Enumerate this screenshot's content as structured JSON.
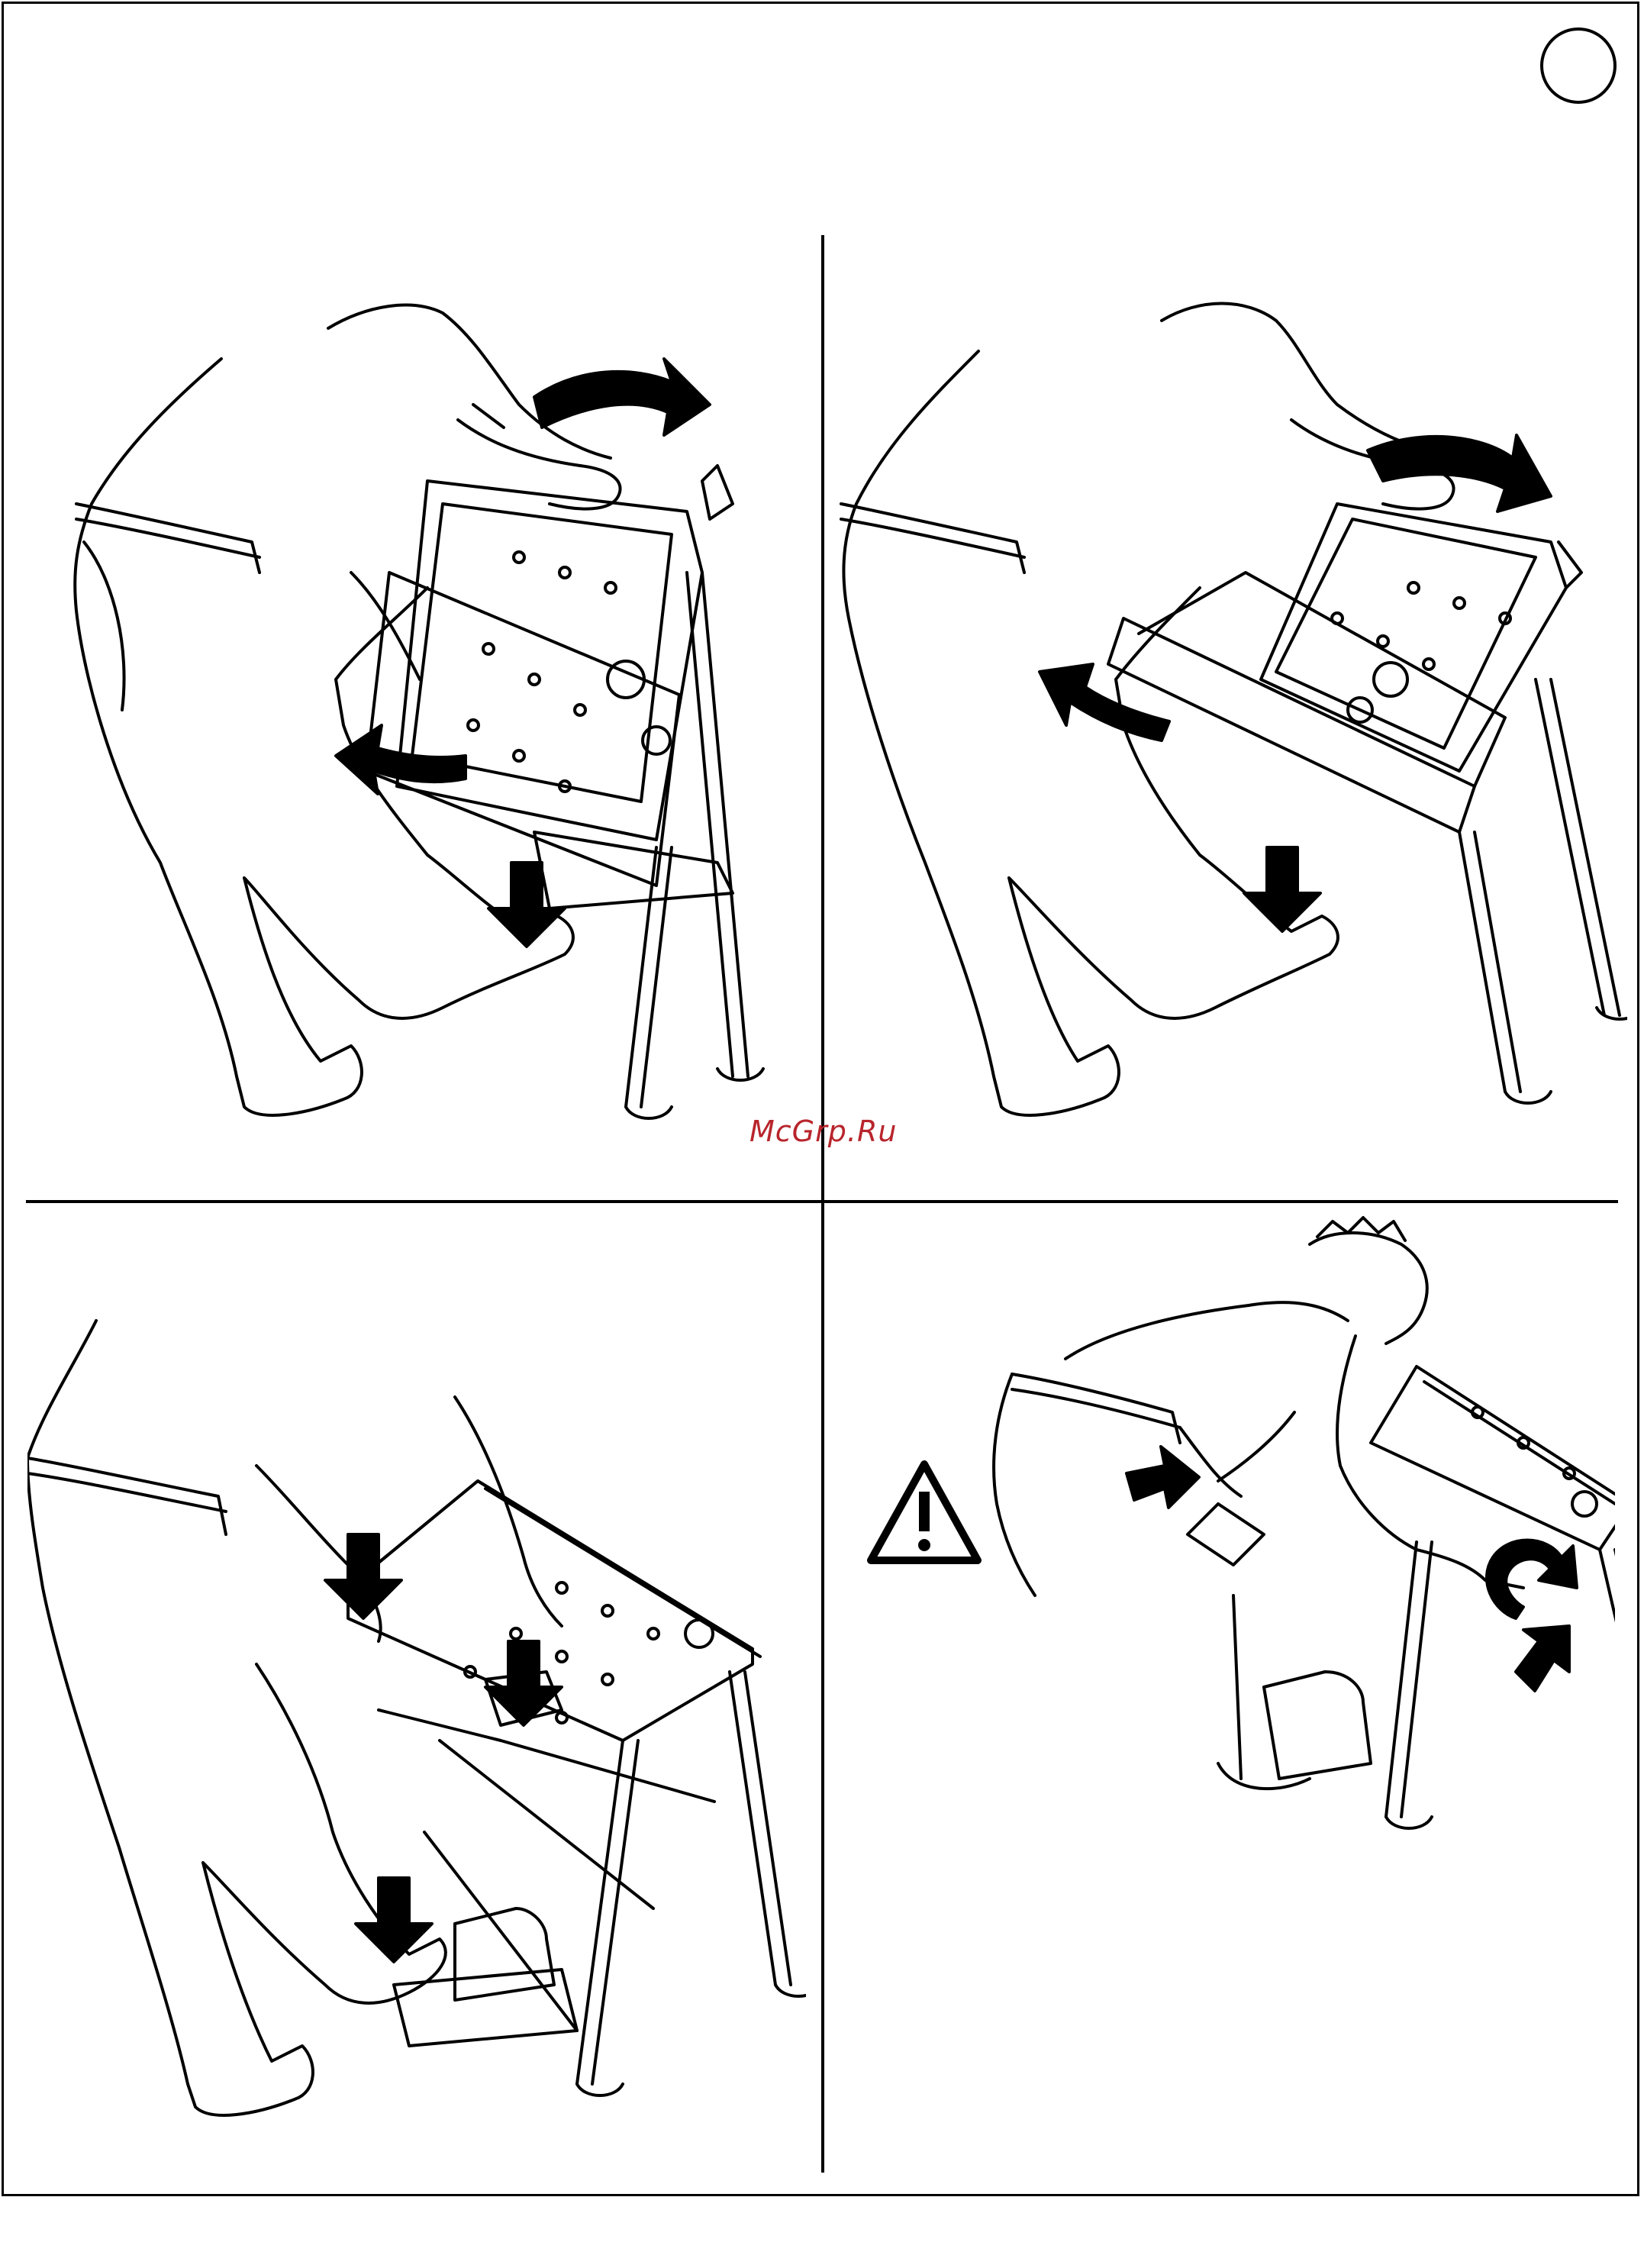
{
  "watermark": {
    "text": "McGrp.Ru",
    "color": "#b8252c"
  },
  "step_marker": {
    "text": ""
  },
  "panels": [
    {
      "id": "top-left",
      "icons": [
        "rotate-arrow-icon",
        "rotate-arrow-icon",
        "down-arrow-icon"
      ]
    },
    {
      "id": "top-right",
      "icons": [
        "rotate-arrow-icon",
        "rotate-arrow-icon",
        "down-arrow-icon"
      ]
    },
    {
      "id": "bottom-left",
      "icons": [
        "down-arrow-icon",
        "down-arrow-icon",
        "down-arrow-icon"
      ]
    },
    {
      "id": "bottom-right",
      "icons": [
        "warning-icon",
        "push-arrow-icon",
        "push-arrow-icon",
        "rotate-knob-icon"
      ]
    }
  ],
  "colors": {
    "line": "#000000",
    "background": "#ffffff",
    "watermark": "#b8252c"
  }
}
